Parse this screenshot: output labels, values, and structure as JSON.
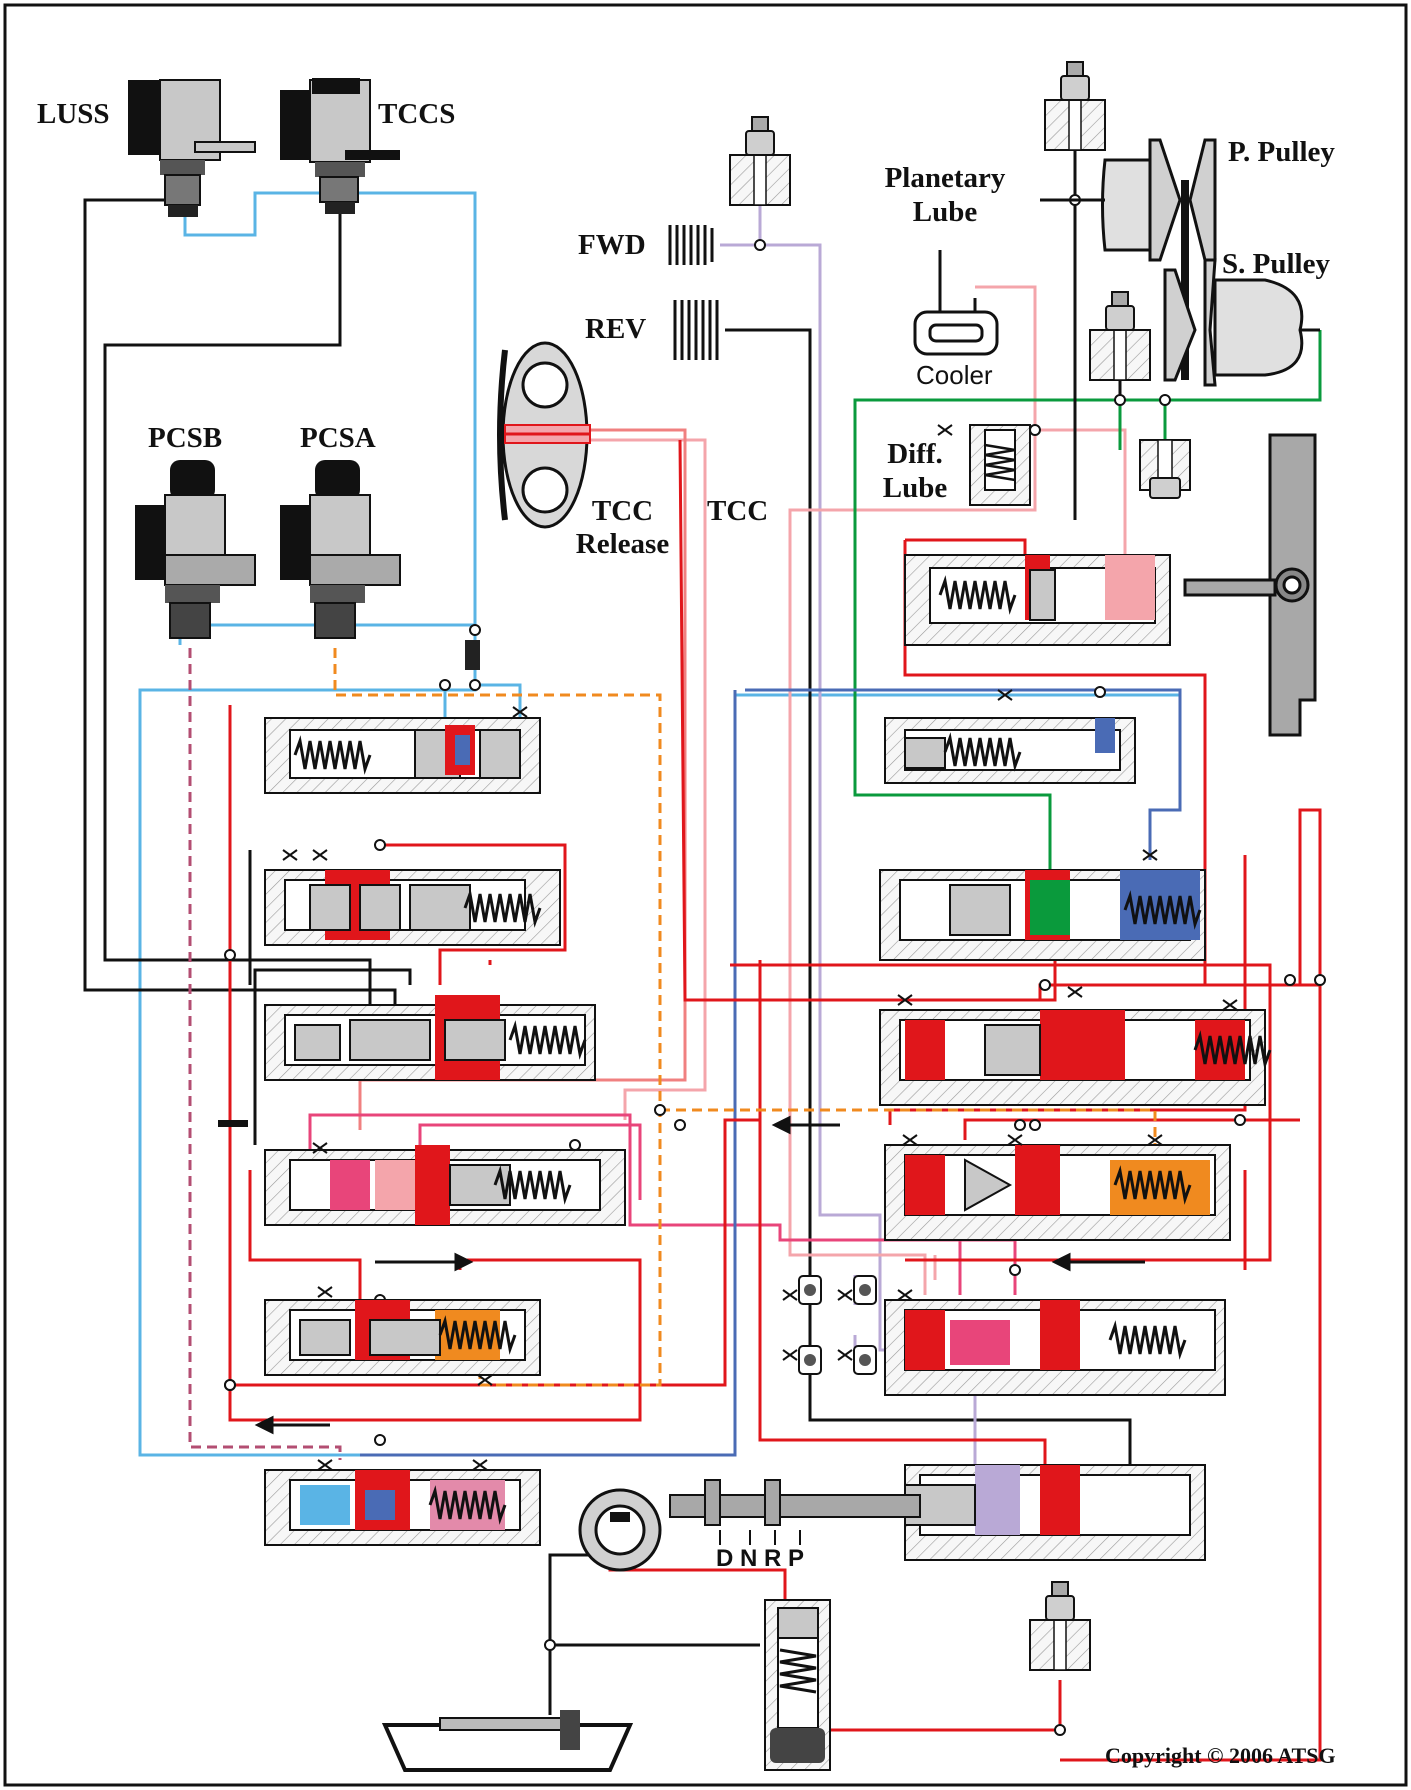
{
  "labels": {
    "luss": "LUSS",
    "tccs": "TCCS",
    "pcsb": "PCSB",
    "pcsa": "PCSA",
    "fwd": "FWD",
    "rev": "REV",
    "tcc_release_line1": "TCC",
    "tcc_release_line2": "Release",
    "tcc": "TCC",
    "planetary_lube_line1": "Planetary",
    "planetary_lube_line2": "Lube",
    "cooler": "Cooler",
    "diff_lube_line1": "Diff.",
    "diff_lube_line2": "Lube",
    "p_pulley": "P. Pulley",
    "s_pulley": "S. Pulley",
    "gear_positions": "D N R P",
    "copyright": "Copyright © 2006 ATSG"
  },
  "colors": {
    "line_pressure": "#e0161b",
    "luss_feed": "#5ab4e5",
    "solenoid_signal": "#111111",
    "tcc_apply": "#f4a5ab",
    "tcc_release": "#f08080",
    "pcsa_signal": "#f08a1f",
    "pcsb_signal": "#b34e72",
    "forward_clutch": "#b9a9d6",
    "secondary_pulley": "#0a9a3c",
    "primary_signal": "#4a6bb5",
    "lube": "#e8457a",
    "exhaust_hatch": "#9a9a9a",
    "valve_body": "#f4f4f4"
  }
}
